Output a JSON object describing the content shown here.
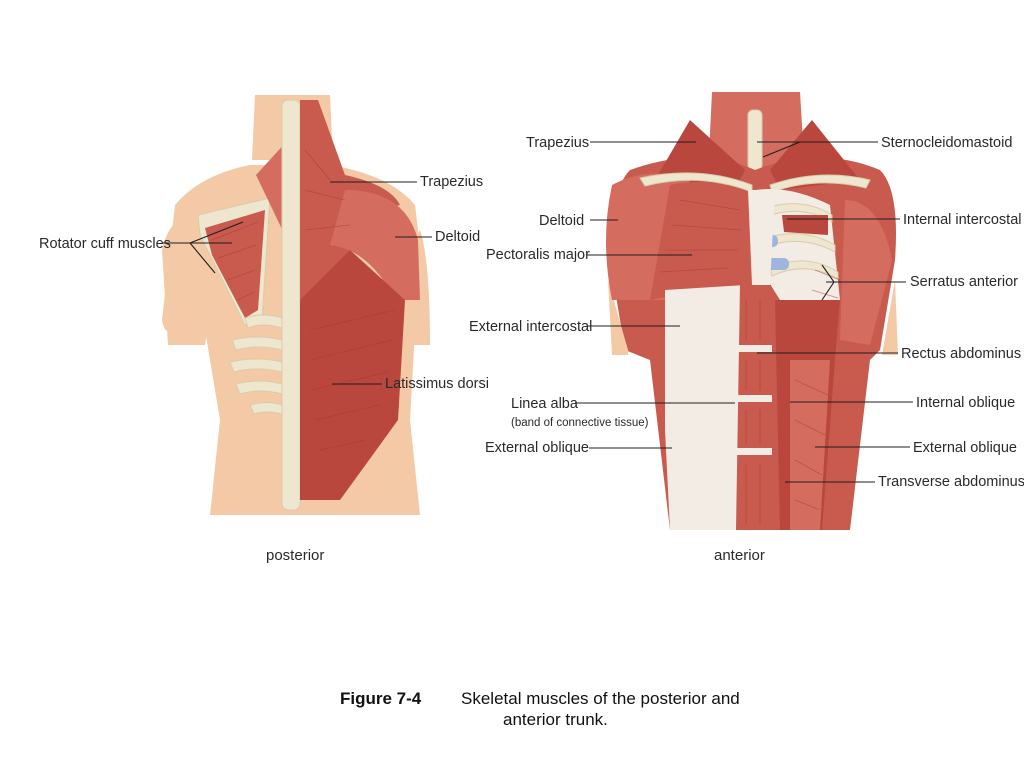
{
  "labels": {
    "posterior_trapezius": "Trapezius",
    "rotator_cuff": "Rotator cuff muscles",
    "posterior_deltoid": "Deltoid",
    "latissimus": "Latissimus dorsi",
    "anterior_trapezius": "Trapezius",
    "sternocleido": "Sternocleidomastoid",
    "anterior_deltoid": "Deltoid",
    "internal_intercostal": "Internal intercostal",
    "pectoralis": "Pectoralis major",
    "serratus": "Serratus anterior",
    "external_intercostal": "External intercostal",
    "rectus": "Rectus abdominus",
    "linea_alba": "Linea alba",
    "linea_alba_note": "(band of connective tissue)",
    "internal_oblique": "Internal oblique",
    "left_external_oblique": "External oblique",
    "right_external_oblique": "External oblique",
    "transverse": "Transverse abdominus"
  },
  "views": {
    "posterior": "posterior",
    "anterior": "anterior"
  },
  "caption": {
    "figure_number": "Figure 7-4",
    "line1": "Skeletal muscles of the posterior and",
    "line2": "anterior trunk."
  }
}
